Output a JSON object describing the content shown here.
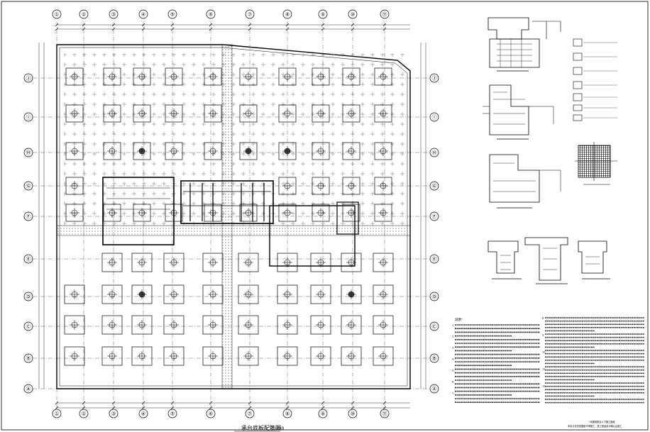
{
  "drawing": {
    "title": "承台底板配筋图",
    "scale": "1:200",
    "stroke_color": "#000000",
    "background": "#ffffff"
  },
  "grid": {
    "columns": [
      "①",
      "②",
      "③",
      "④",
      "⑤",
      "⑥",
      "⑦",
      "⑧",
      "⑨",
      "⑩",
      "⑪"
    ],
    "rows": [
      "Ⓐ",
      "Ⓑ",
      "Ⓒ",
      "Ⓓ",
      "Ⓔ",
      "Ⓕ",
      "Ⓖ",
      "Ⓗ",
      "Ⓘ",
      "Ⓙ"
    ]
  },
  "notes": {
    "heading": "说明：",
    "items": [
      "1.",
      "2.",
      "3.",
      "4.",
      "5.",
      "6.",
      "7.",
      "8.",
      "9.",
      "10.",
      "11.",
      "12."
    ]
  },
  "title_block": {
    "line1": "*本图需配合以下施工图纸",
    "line2": "本设计未完成图纸不得施工，施工需经设计确认后施工"
  }
}
